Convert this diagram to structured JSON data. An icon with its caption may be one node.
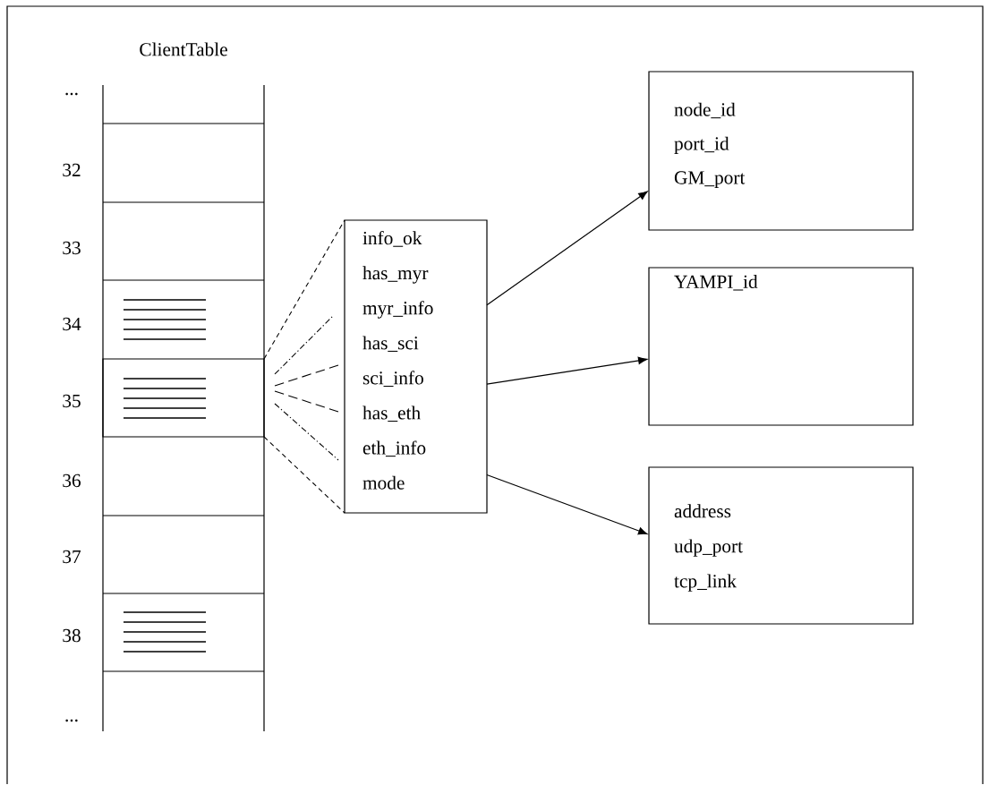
{
  "diagram": {
    "nodes": [
      {
        "text": [],
        "shape": "box"
      },
      {
        "text": [
          "info_ok",
          "has_myr",
          "myr_info",
          "has_sci",
          "sci_info",
          "has_eth",
          "eth_info",
          "mode"
        ]
      },
      {
        "text": [
          "node_id",
          "port_id",
          "GM_port"
        ]
      },
      {
        "text": [
          "YAMPI_id"
        ]
      },
      {
        "text": [
          "address",
          "udp_port",
          "tcp_link"
        ]
      }
    ],
    "edges": [
      {
        "from": 0,
        "to": 1,
        "arrow": "none",
        "style": "dashed"
      },
      {
        "from": 0,
        "to": 1,
        "arrow": "none",
        "style": "dashed"
      },
      {
        "from": 1,
        "to": 2,
        "arrow": "to"
      },
      {
        "from": 1,
        "to": 3,
        "arrow": "to"
      },
      {
        "from": 1,
        "to": 4,
        "arrow": "to"
      }
    ],
    "labels": [
      "ClientTable",
      "...",
      "32",
      "33",
      "34",
      "35",
      "36",
      "37",
      "38",
      "..."
    ]
  }
}
